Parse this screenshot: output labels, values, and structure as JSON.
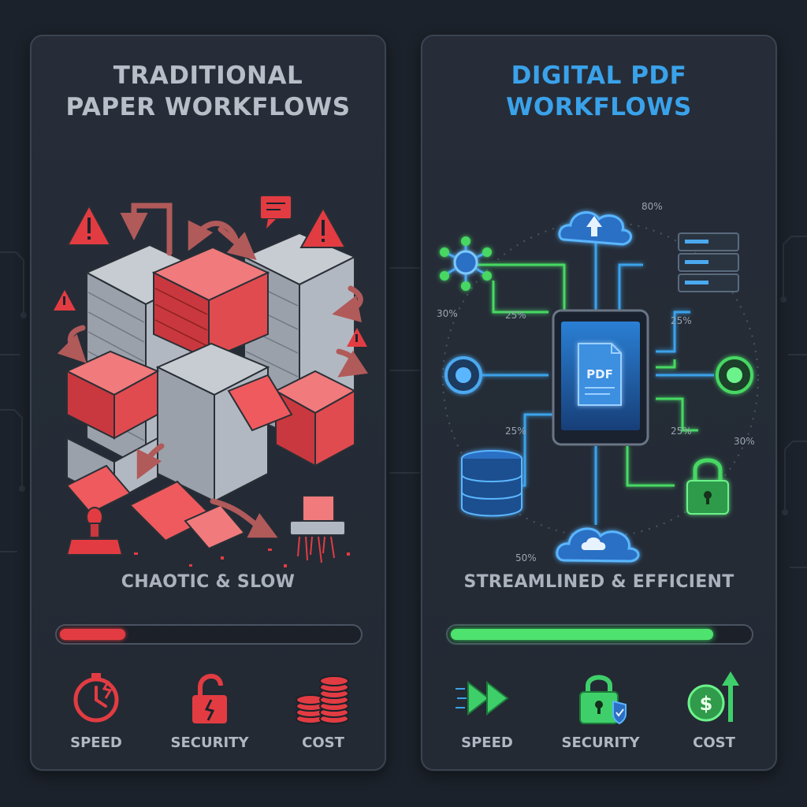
{
  "left": {
    "title_line1": "TRADITIONAL",
    "title_line2": "PAPER WORKFLOWS",
    "caption": "CHAOTIC & SLOW",
    "progress": 0.22,
    "accent": "#e23c42",
    "metrics": [
      {
        "label": "SPEED",
        "icon": "stopwatch-broken-icon"
      },
      {
        "label": "SECURITY",
        "icon": "broken-padlock-icon"
      },
      {
        "label": "COST",
        "icon": "coin-stack-icon"
      }
    ]
  },
  "right": {
    "title_line1": "DIGITAL PDF",
    "title_line2": "WORKFLOWS",
    "caption": "STREAMLINED & EFFICIENT",
    "progress": 0.88,
    "accent": "#4ee26e",
    "center_label": "PDF",
    "percent_labels": {
      "p80": "80%",
      "p30_left": "30%",
      "p25_top_left": "25%",
      "p25_top_right": "25%",
      "p25_bottom_left": "25%",
      "p25_bottom_right": "25%",
      "p30_right": "30%",
      "p50": "50%"
    },
    "metrics": [
      {
        "label": "SPEED",
        "icon": "fast-forward-icon"
      },
      {
        "label": "SECURITY",
        "icon": "padlock-shield-icon"
      },
      {
        "label": "COST",
        "icon": "dollar-coin-arrow-up-icon"
      }
    ]
  }
}
